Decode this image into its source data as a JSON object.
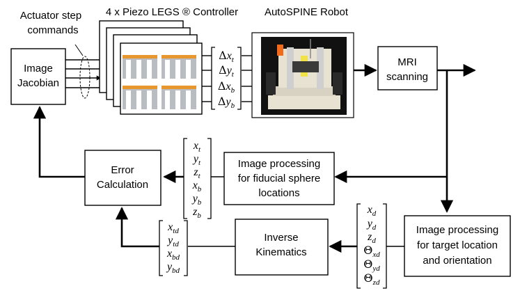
{
  "labels": {
    "actuator_commands": [
      "Actuator step",
      "commands"
    ],
    "controller": "4 x Piezo LEGS ® Controller",
    "robot": "AutoSPINE Robot"
  },
  "blocks": {
    "jacobian": [
      "Image",
      "Jacobian"
    ],
    "mri": [
      "MRI",
      "scanning"
    ],
    "error": [
      "Error",
      "Calculation"
    ],
    "fiducial": [
      "Image processing",
      "for fiducial sphere",
      "locations"
    ],
    "inverse": [
      "Inverse",
      "Kinematics"
    ],
    "target": [
      "Image processing",
      "for target location",
      "and orientation"
    ]
  },
  "vectors": {
    "delta": [
      {
        "prefix": "Δ",
        "var": "x",
        "sub": "t"
      },
      {
        "prefix": "Δ",
        "var": "y",
        "sub": "t"
      },
      {
        "prefix": "Δ",
        "var": "x",
        "sub": "b"
      },
      {
        "prefix": "Δ",
        "var": "y",
        "sub": "b"
      }
    ],
    "fiducial_pos": [
      {
        "var": "x",
        "sub": "t"
      },
      {
        "var": "y",
        "sub": "t"
      },
      {
        "var": "z",
        "sub": "t"
      },
      {
        "var": "x",
        "sub": "b"
      },
      {
        "var": "y",
        "sub": "b"
      },
      {
        "var": "z",
        "sub": "b"
      }
    ],
    "desired_pose": [
      {
        "var": "x",
        "sub": "d"
      },
      {
        "var": "y",
        "sub": "d"
      },
      {
        "var": "z",
        "sub": "d"
      },
      {
        "greek": "Θ",
        "sub": "xd"
      },
      {
        "greek": "Θ",
        "sub": "yd"
      },
      {
        "greek": "Θ",
        "sub": "zd"
      }
    ],
    "target_pos": [
      {
        "var": "x",
        "sub": "td"
      },
      {
        "var": "y",
        "sub": "td"
      },
      {
        "var": "x",
        "sub": "bd"
      },
      {
        "var": "y",
        "sub": "bd"
      }
    ]
  },
  "colors": {
    "line": "#000000",
    "piezo_orange": "#e8962e",
    "piezo_gray": "#b9bcc0",
    "robot_background": "#111111",
    "robot_frame": "#e8e2d2",
    "robot_accent_orange": "#f26a1b",
    "robot_accent_yellow": "#f2e24a"
  },
  "icons": {
    "controller_photo": "piezo-motor-cross-section-icon",
    "robot_photo": "autospine-robot-photo-icon"
  }
}
